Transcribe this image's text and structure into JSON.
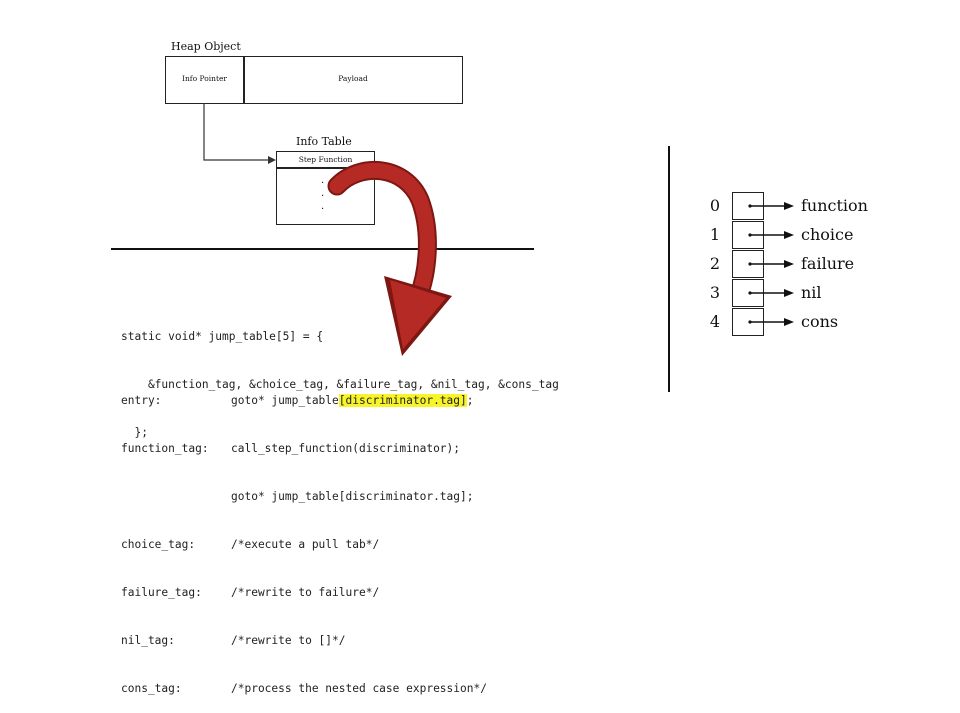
{
  "heap_diagram": {
    "title": "Heap Object",
    "info_pointer": "Info Pointer",
    "payload": "Payload",
    "info_table_title": "Info Table",
    "step_function": "Step Function",
    "dots": [
      "·",
      "·",
      "·"
    ]
  },
  "code": {
    "lines": [
      {
        "a": "static void* jump_table[5] = {",
        "b": ""
      },
      {
        "a": "    &function_tag, &choice_tag, &failure_tag, &nil_tag, &cons_tag",
        "b": ""
      },
      {
        "a": "  };",
        "b": ""
      },
      {
        "a": "",
        "b": ""
      },
      {
        "a": "entry:",
        "b": "goto* jump_table",
        "hl": "[discriminator.tag]",
        "tail": ";"
      },
      {
        "a": "function_tag:",
        "b": "call_step_function(discriminator);"
      },
      {
        "a": "",
        "b": "goto* jump_table[discriminator.tag];"
      },
      {
        "a": "choice_tag:",
        "b": "/*execute a pull tab*/"
      },
      {
        "a": "failure_tag:",
        "b": "/*rewrite to failure*/"
      },
      {
        "a": "nil_tag:",
        "b": "/*rewrite to []*/"
      },
      {
        "a": "cons_tag:",
        "b": "/*process the nested case expression*/"
      }
    ]
  },
  "jump_table": {
    "entries": [
      {
        "index": "0",
        "label": "function"
      },
      {
        "index": "1",
        "label": "choice"
      },
      {
        "index": "2",
        "label": "failure"
      },
      {
        "index": "3",
        "label": "nil"
      },
      {
        "index": "4",
        "label": "cons"
      }
    ]
  },
  "colors": {
    "highlight": "#f7f52a",
    "arrow": "#b52a25",
    "arrow_dark": "#7d1712"
  }
}
